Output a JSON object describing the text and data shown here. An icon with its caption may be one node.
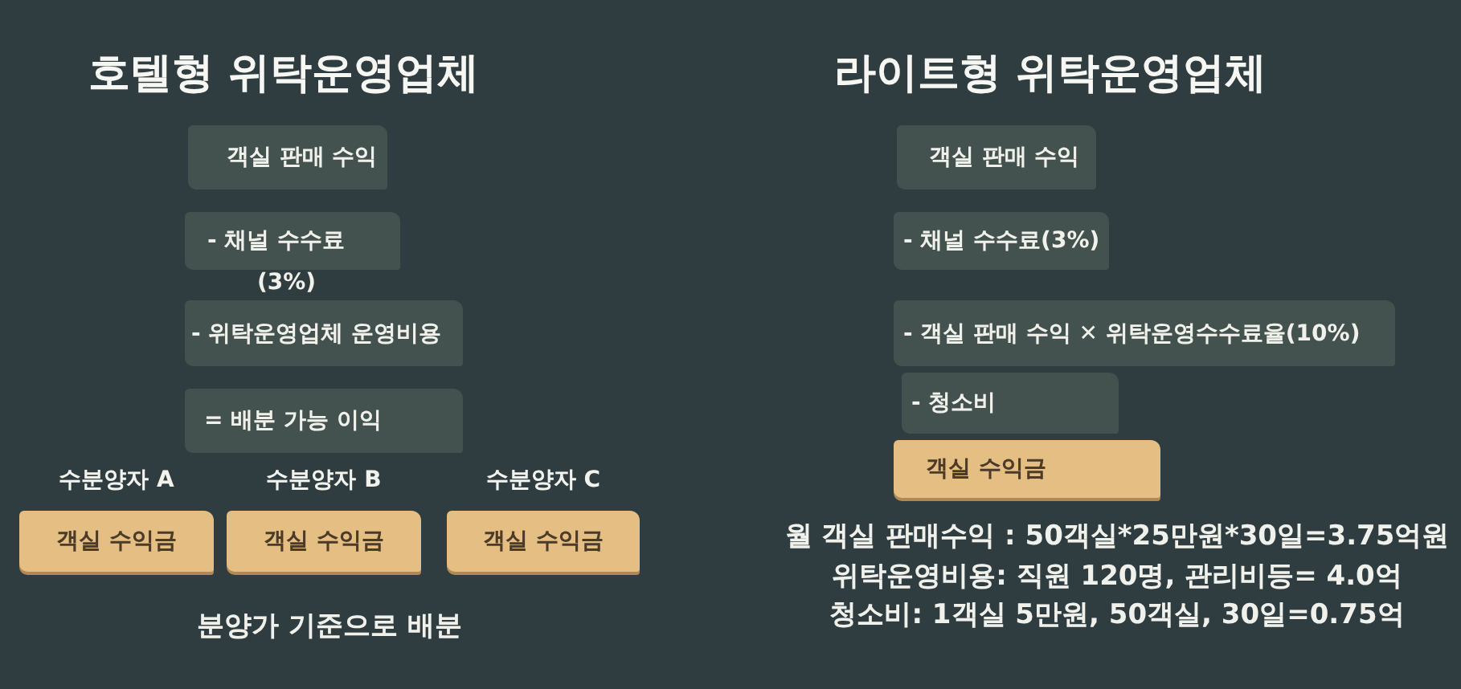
{
  "diagram": {
    "nodes": [
      {
        "text": [
          "객실 판매 수익"
        ]
      },
      {
        "text": [
          "- 채널 수수료"
        ],
        "beside": [
          "(3%)"
        ]
      },
      {
        "text": [
          "- 위탁운영업체 운영비용"
        ]
      },
      {
        "text": [
          "= 배분 가능 이익"
        ]
      },
      {
        "text": [
          "수분양자 A",
          "객실 수익금"
        ]
      },
      {
        "text": [
          "수분양자 B",
          "객실 수익금"
        ]
      },
      {
        "text": [
          "수분양자 C",
          "객실 수익금"
        ]
      },
      {
        "text": [
          "객실 판매 수익"
        ]
      },
      {
        "text": [
          "- 채널 수수료(3%)"
        ]
      },
      {
        "text": [
          "- 객실 판매 수익 ✕ 위탁운영수수료율(10%)"
        ]
      },
      {
        "text": [
          "- 청소비"
        ]
      },
      {
        "text": [
          "객실 수익금"
        ]
      }
    ],
    "labels": [
      "호텔형 위탁운영업체",
      "라이트형 위탁운영업체",
      "분양가 기준으로 배분",
      "월 객실 판매수익 : 50객실*25만원*30일=3.75억원",
      "위탁운영비용: 직원 120명, 관리비등= 4.0억",
      "청소비: 1객실 5만원, 50객실, 30일=0.75억"
    ]
  }
}
